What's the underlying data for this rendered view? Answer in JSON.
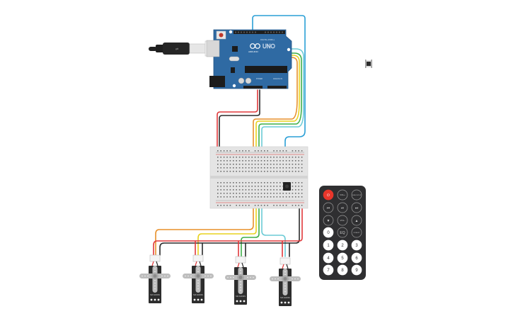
{
  "canvas": {
    "background": "#ffffff"
  },
  "arduino": {
    "brand_text": "ARDUINO",
    "model_text": "UNO",
    "header_digital_text": "DIGITAL (PWM~)",
    "header_power_text": "POWER",
    "header_analog_text": "ANALOG IN",
    "board_color": "#2f6aa3",
    "reset_button_color": "#c0392b"
  },
  "usb_cable": {
    "label": "USB cable"
  },
  "breadboard": {
    "rail_plus_color": "#d9302b",
    "rail_minus_color": "#2f6aa3"
  },
  "ir_receiver": {
    "label": "IR sensor"
  },
  "pushbutton": {
    "label": "Pushbutton"
  },
  "wires": {
    "colors": {
      "red": "#e0393b",
      "black": "#2b2b2b",
      "orange": "#e8902a",
      "yellow": "#e8d21e",
      "green": "#3fae49",
      "cyan": "#6ccbd6",
      "blue": "#2a9fd6"
    }
  },
  "servos": [
    {
      "label": "SM-S2309S"
    },
    {
      "label": "SM-S2309S"
    },
    {
      "label": "SM-S2309S"
    },
    {
      "label": "SM-S2309S"
    }
  ],
  "remote": {
    "buttons": [
      {
        "id": "power",
        "label": "⏻",
        "accent": true
      },
      {
        "id": "vol-up",
        "label": "VOL+"
      },
      {
        "id": "func-stop",
        "label": "FUNC/STOP"
      },
      {
        "id": "prev",
        "label": "⏮"
      },
      {
        "id": "play-pause",
        "label": "⏯"
      },
      {
        "id": "next",
        "label": "⏭"
      },
      {
        "id": "down",
        "label": "▼"
      },
      {
        "id": "vol-down",
        "label": "VOL-"
      },
      {
        "id": "up",
        "label": "▲"
      },
      {
        "id": "0",
        "label": "0"
      },
      {
        "id": "eq",
        "label": "EQ"
      },
      {
        "id": "st-rept",
        "label": "ST/REPT"
      },
      {
        "id": "1",
        "label": "1"
      },
      {
        "id": "2",
        "label": "2"
      },
      {
        "id": "3",
        "label": "3"
      },
      {
        "id": "4",
        "label": "4"
      },
      {
        "id": "5",
        "label": "5"
      },
      {
        "id": "6",
        "label": "6"
      },
      {
        "id": "7",
        "label": "7"
      },
      {
        "id": "8",
        "label": "8"
      },
      {
        "id": "9",
        "label": "9"
      }
    ],
    "accent_color": "#e8362b",
    "body_color": "#2f2f31"
  }
}
